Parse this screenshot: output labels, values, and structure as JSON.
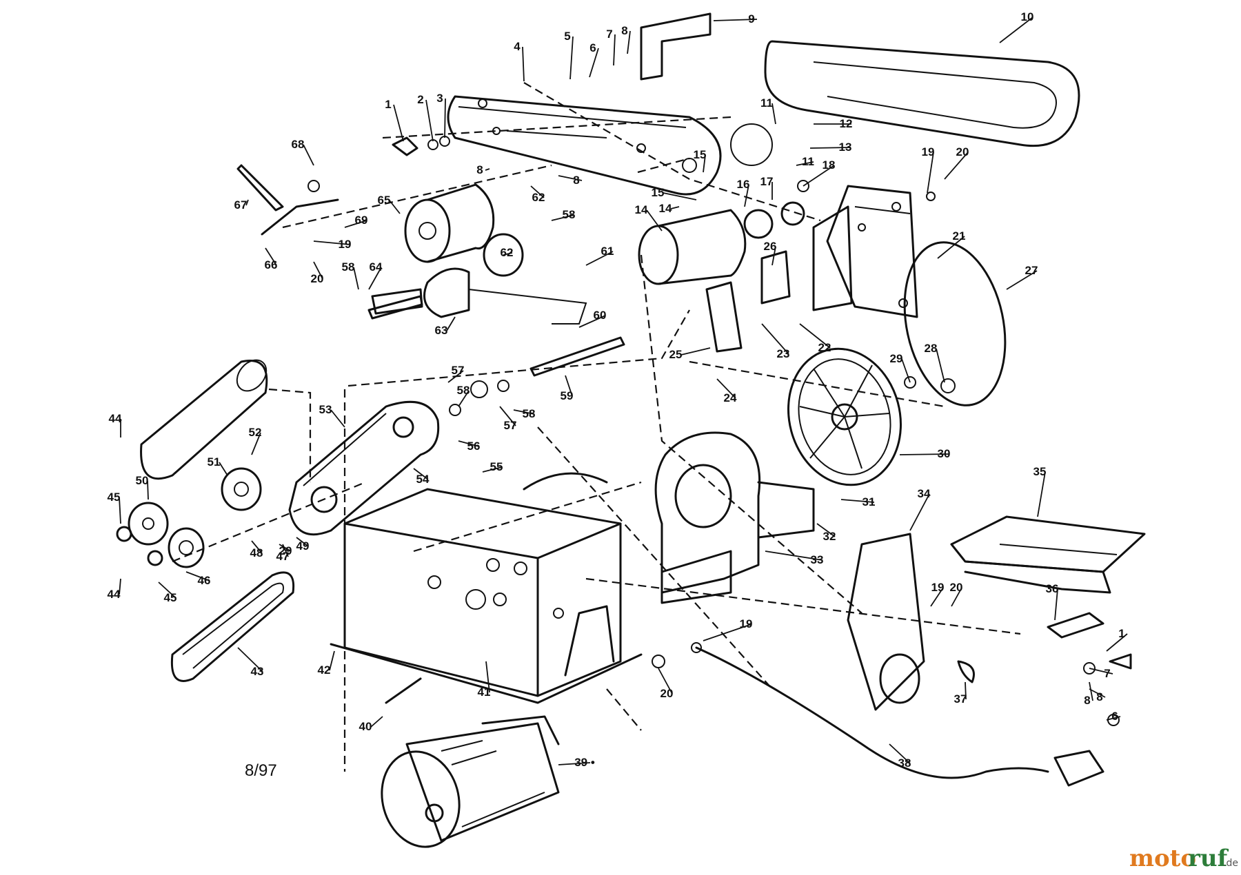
{
  "diagram": {
    "type": "exploded-parts-diagram",
    "date_code": "8/97",
    "parts": [
      {
        "ref": "1"
      },
      {
        "ref": "2"
      },
      {
        "ref": "3"
      },
      {
        "ref": "4"
      },
      {
        "ref": "5"
      },
      {
        "ref": "6"
      },
      {
        "ref": "7"
      },
      {
        "ref": "8"
      },
      {
        "ref": "9"
      },
      {
        "ref": "10"
      },
      {
        "ref": "11"
      },
      {
        "ref": "12"
      },
      {
        "ref": "13"
      },
      {
        "ref": "14"
      },
      {
        "ref": "15"
      },
      {
        "ref": "16"
      },
      {
        "ref": "17"
      },
      {
        "ref": "18"
      },
      {
        "ref": "19"
      },
      {
        "ref": "20"
      },
      {
        "ref": "21"
      },
      {
        "ref": "22"
      },
      {
        "ref": "23"
      },
      {
        "ref": "24"
      },
      {
        "ref": "25"
      },
      {
        "ref": "26"
      },
      {
        "ref": "27"
      },
      {
        "ref": "28"
      },
      {
        "ref": "29"
      },
      {
        "ref": "30"
      },
      {
        "ref": "31"
      },
      {
        "ref": "32"
      },
      {
        "ref": "33"
      },
      {
        "ref": "34"
      },
      {
        "ref": "35"
      },
      {
        "ref": "36"
      },
      {
        "ref": "37"
      },
      {
        "ref": "38"
      },
      {
        "ref": "39 •"
      },
      {
        "ref": "40"
      },
      {
        "ref": "41"
      },
      {
        "ref": "42"
      },
      {
        "ref": "43"
      },
      {
        "ref": "44"
      },
      {
        "ref": "45"
      },
      {
        "ref": "46"
      },
      {
        "ref": "47"
      },
      {
        "ref": "48"
      },
      {
        "ref": "49"
      },
      {
        "ref": "50"
      },
      {
        "ref": "51"
      },
      {
        "ref": "52"
      },
      {
        "ref": "53"
      },
      {
        "ref": "54"
      },
      {
        "ref": "55"
      },
      {
        "ref": "56"
      },
      {
        "ref": "57"
      },
      {
        "ref": "58"
      },
      {
        "ref": "59"
      },
      {
        "ref": "60"
      },
      {
        "ref": "61"
      },
      {
        "ref": "62"
      },
      {
        "ref": "63"
      },
      {
        "ref": "64"
      },
      {
        "ref": "65"
      },
      {
        "ref": "66"
      },
      {
        "ref": "67"
      },
      {
        "ref": "68"
      },
      {
        "ref": "69"
      }
    ]
  },
  "watermark": {
    "part1": "moto",
    "part2": "ruf",
    "suffix": ".de",
    "color1": "#e07a1f",
    "color2": "#2d7d3a"
  }
}
